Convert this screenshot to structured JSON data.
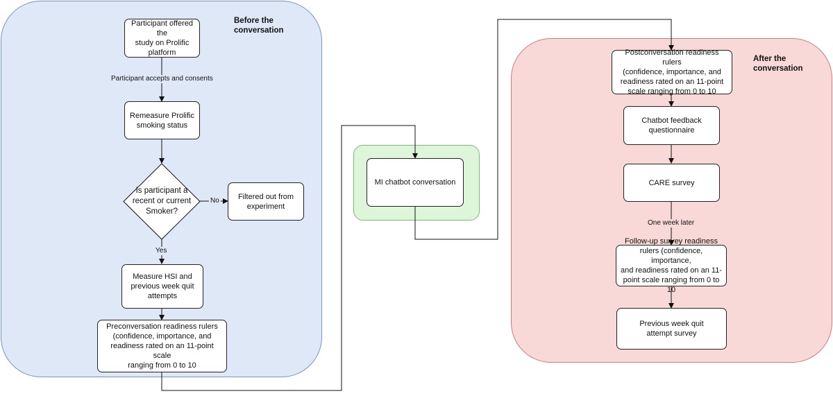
{
  "panels": {
    "before_title": "Before the\nconversation",
    "after_title": "After the\nconversation"
  },
  "nodes": {
    "offered": "Participant offered the\nstudy on Prolific\nplatform",
    "remeasure": "Remeasure Prolific\nsmoking status",
    "decision": "Is participant a\nrecent or current\nSmoker?",
    "filtered": "Filtered out from\nexperiment",
    "hsi": "Measure HSI and\nprevious week quit\nattempts",
    "pre_rulers": "Preconversation readiness rulers\n(confidence, importance, and\nreadiness rated on an 11-point scale\nranging from 0 to 10",
    "chatbot": "MI chatbot conversation",
    "post_rulers": "Postconversation readiness rulers\n(confidence, importance, and\nreadiness rated on an 11-point\nscale ranging from 0 to 10",
    "feedback": "Chatbot feedback\nquestionnaire",
    "care": "CARE survey",
    "followup": "Follow-up survey readiness\nrulers (confidence, importance,\nand readiness rated on an 11-\npoint scale ranging from 0 to 10",
    "quit_survey": "Previous week quit\nattempt survey"
  },
  "edge_labels": {
    "accepts": "Participant accepts and consents",
    "no": "No",
    "yes": "Yes",
    "week_later": "One week later"
  }
}
